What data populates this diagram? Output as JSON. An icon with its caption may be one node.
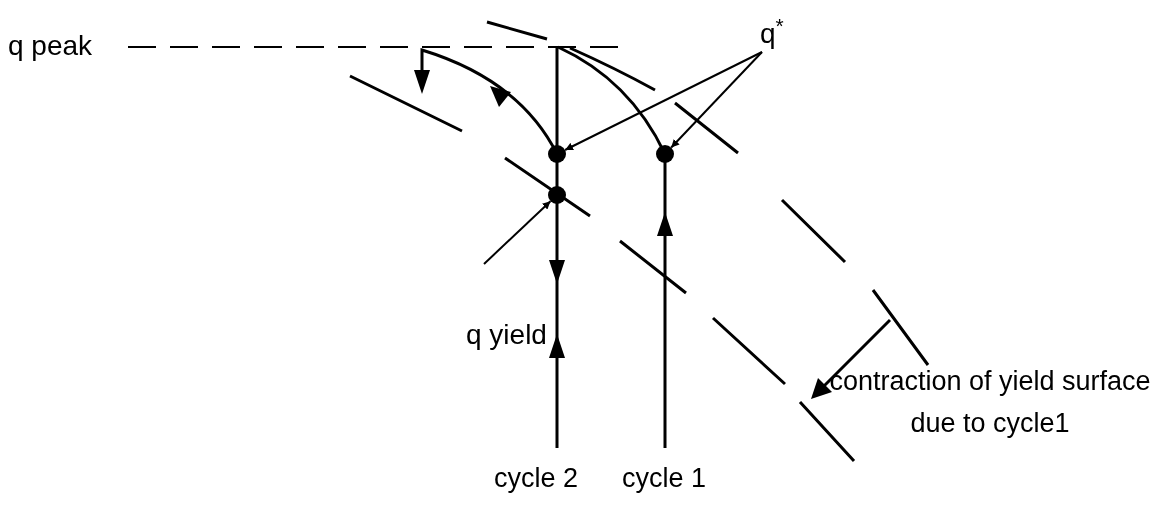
{
  "diagram": {
    "nodes": [
      {
        "text": [
          "q peak"
        ]
      },
      {
        "text": [
          "q$^{*}$"
        ]
      },
      {
        "text": [
          "q yield"
        ]
      },
      {
        "text": [],
        "shape": "circle"
      },
      {
        "text": [],
        "shape": "circle"
      },
      {
        "text": [],
        "shape": "circle"
      }
    ],
    "edges": [
      {
        "from": 0,
        "to": null,
        "arrow": "none",
        "style": "dashed"
      },
      {
        "from": 1,
        "to": 3,
        "arrow": "to"
      },
      {
        "from": 1,
        "to": 5,
        "arrow": "to"
      },
      {
        "from": 2,
        "to": 4,
        "arrow": "to"
      }
    ],
    "labels": [
      "contraction of yield surface due to cycle1",
      "cycle 2",
      "cycle 1"
    ]
  }
}
